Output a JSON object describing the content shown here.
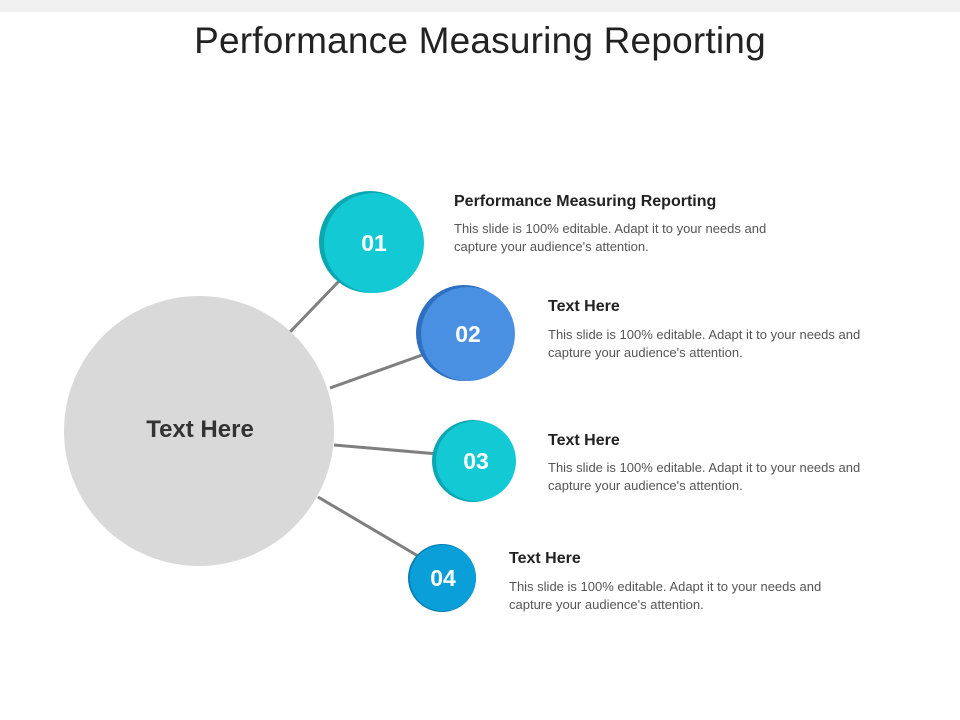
{
  "title": "Performance Measuring Reporting",
  "hub": {
    "label": "Text Here",
    "color": "#d9d9d9"
  },
  "connector_color": "#7f7f7f",
  "items": [
    {
      "number": "01",
      "title": "Performance Measuring Reporting",
      "description": "This slide is 100% editable. Adapt it to your needs and capture your audience's attention.",
      "color": "#12c9d4"
    },
    {
      "number": "02",
      "title": "Text Here",
      "description": "This slide is 100% editable. Adapt it to your needs and capture your audience's attention.",
      "color": "#4a90e2"
    },
    {
      "number": "03",
      "title": "Text Here",
      "description": "This slide is 100% editable. Adapt it to your needs and capture your audience's attention.",
      "color": "#12c9d4"
    },
    {
      "number": "04",
      "title": "Text Here",
      "description": "This slide is 100% editable. Adapt it to your needs and capture your audience's attention.",
      "color": "#0a9fd8"
    }
  ]
}
